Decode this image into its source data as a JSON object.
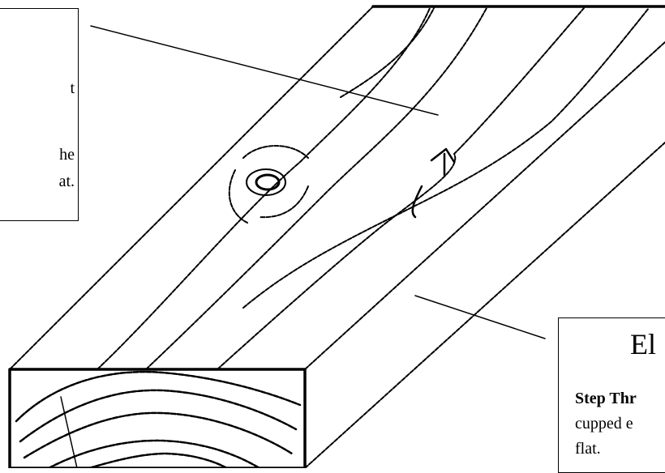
{
  "callout_top": {
    "lines": [
      "t",
      "he",
      "at."
    ]
  },
  "callout_bottom": {
    "heading": "El",
    "step_label": "Step Thr",
    "step_text_1": "cupped e",
    "step_text_2": "flat."
  },
  "colors": {
    "ink": "#000000",
    "paper": "#ffffff"
  }
}
